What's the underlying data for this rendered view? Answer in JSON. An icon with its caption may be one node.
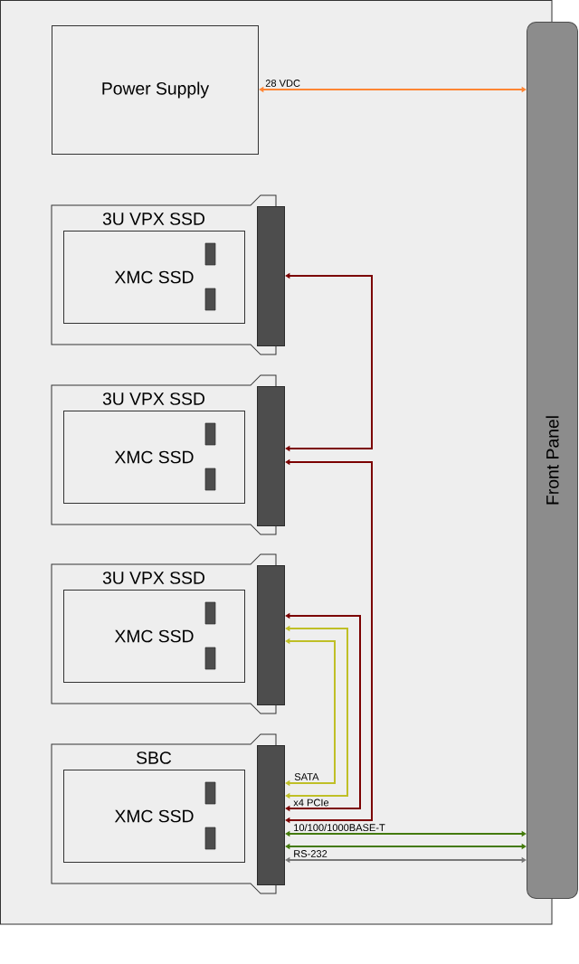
{
  "diagram": {
    "nodes": [
      {
        "text": [
          "Power Supply"
        ]
      },
      {
        "text": [
          "Front Panel"
        ]
      },
      {
        "text": [
          "3U VPX SSD"
        ]
      },
      {
        "text": [
          "XMC SSD"
        ],
        "in": 2
      },
      {
        "text": [],
        "shape": "bar"
      },
      {
        "text": [
          "3U VPX SSD"
        ]
      },
      {
        "text": [
          "XMC SSD"
        ],
        "in": 5
      },
      {
        "text": [],
        "shape": "bar"
      },
      {
        "text": [
          "3U VPX SSD"
        ]
      },
      {
        "text": [
          "XMC SSD"
        ],
        "in": 8
      },
      {
        "text": [],
        "shape": "bar"
      },
      {
        "text": [
          "SBC"
        ]
      },
      {
        "text": [
          "XMC SSD"
        ],
        "in": 11
      },
      {
        "text": [],
        "shape": "bar"
      }
    ],
    "edges": [
      {
        "from": 0,
        "to": 1,
        "arrow": "both",
        "label": "28 VDC",
        "color": "#ff8533"
      },
      {
        "from": 4,
        "to": 7,
        "arrow": "both",
        "color": "#7b0000"
      },
      {
        "from": 7,
        "to": 13,
        "arrow": "both",
        "color": "#7b0000"
      },
      {
        "from": 10,
        "to": 13,
        "arrow": "both",
        "label": "x4 PCIe",
        "color": "#7b0000"
      },
      {
        "from": 10,
        "to": 13,
        "arrow": "both",
        "color": "#bfbf26"
      },
      {
        "from": 10,
        "to": 13,
        "arrow": "both",
        "label": "SATA",
        "color": "#bfbf26"
      },
      {
        "from": 13,
        "to": 1,
        "arrow": "both",
        "label": "10/100/1000BASE-T",
        "color": "#437a0a"
      },
      {
        "from": 13,
        "to": 1,
        "arrow": "both",
        "color": "#437a0a"
      },
      {
        "from": 13,
        "to": 1,
        "arrow": "both",
        "label": "RS-232",
        "color": "#787878"
      }
    ]
  }
}
